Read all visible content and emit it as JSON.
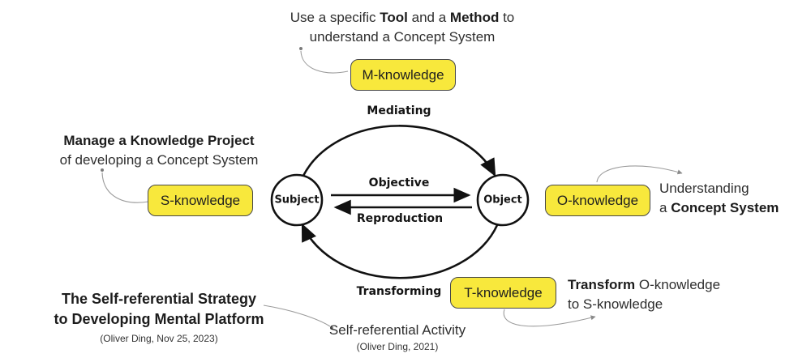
{
  "colors": {
    "background": "#ffffff",
    "box_fill": "#f8e83c",
    "box_border": "#474747",
    "diagram_ink": "#111111",
    "text": "#2e2e2e",
    "connector": "#9b9b9b"
  },
  "boxes": {
    "m": "M-knowledge",
    "s": "S-knowledge",
    "o": "O-knowledge",
    "t": "T-knowledge"
  },
  "diagram": {
    "subject": "Subject",
    "object": "Object",
    "mediating": "Mediating",
    "objective": "Objective",
    "reproduction": "Reproduction",
    "transforming": "Transforming"
  },
  "notes": {
    "tool_method": {
      "pre": "Use a specific ",
      "bold1": "Tool",
      "mid": " and a ",
      "bold2": "Method",
      "post": " to",
      "line2": "understand a Concept System"
    },
    "manage": {
      "line1": "Manage a Knowledge Project",
      "line2": "of developing a Concept System"
    },
    "understanding": {
      "line1": "Understanding",
      "line2_pre": "a ",
      "line2_bold": "Concept System"
    },
    "transform": {
      "bold": "Transform",
      "rest": " O-knowledge",
      "line2": "to S-knowledge"
    },
    "strategy": {
      "line1": "The Self-referential Strategy",
      "line2": "to Developing Mental Platform",
      "citation": "(Oliver Ding, Nov 25, 2023)"
    },
    "self_referential": {
      "line1": "Self-referential Activity",
      "citation": "(Oliver Ding, 2021)"
    }
  }
}
